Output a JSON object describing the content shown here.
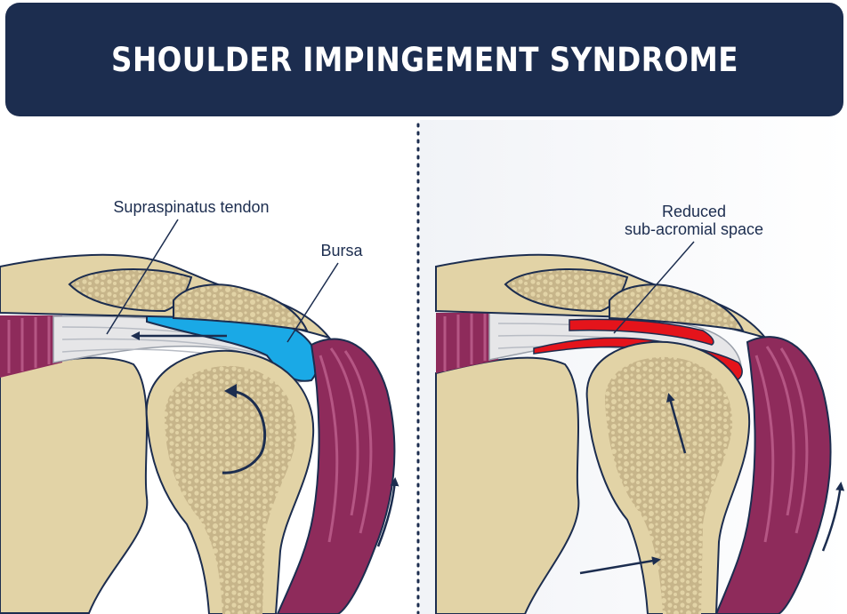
{
  "header": {
    "title": "SHOULDER IMPINGEMENT SYNDROME"
  },
  "left_panel": {
    "labels": {
      "tendon": "Supraspinatus tendon",
      "bursa": "Bursa"
    }
  },
  "right_panel": {
    "labels": {
      "space_line1": "Reduced",
      "space_line2": "sub-acromial space"
    }
  },
  "colors": {
    "header_bg": "#1c2d4f",
    "bone": "#e2d3a6",
    "bone_texture": "#b9a77b",
    "muscle": "#8e2b5b",
    "tendon": "#e6e6e8",
    "bursa": "#1aa9e6",
    "inflamed": "#e4141b",
    "arrow": "#1c2d4f"
  }
}
